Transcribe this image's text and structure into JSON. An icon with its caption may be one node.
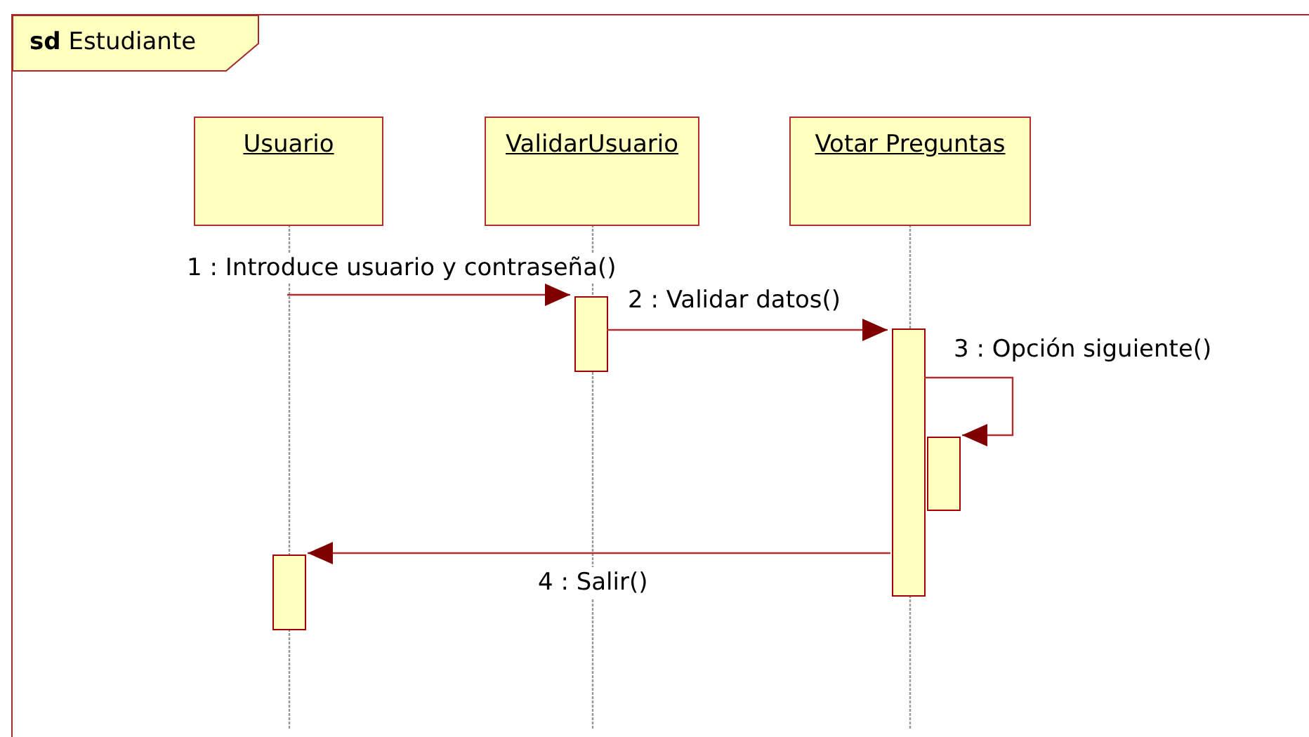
{
  "diagram": {
    "nodes": [
      {
        "text": [
          "**sd** Estudiante"
        ]
      },
      {
        "text": [
          "Usuario"
        ],
        "in": 0
      },
      {
        "text": [
          "ValidarUsuario"
        ],
        "in": 0
      },
      {
        "text": [
          "Votar Preguntas"
        ],
        "in": 0
      },
      {
        "text": [],
        "shape": "bar",
        "in": 0
      },
      {
        "text": [],
        "shape": "bar",
        "in": 0
      },
      {
        "text": [],
        "shape": "bar",
        "in": 0
      },
      {
        "text": [],
        "shape": "bar",
        "in": 0
      }
    ],
    "edges": [
      {
        "from": 1,
        "to": 4,
        "arrow": "to",
        "label": "1 : Introduce usuario y contraseña()"
      },
      {
        "from": 4,
        "to": 5,
        "arrow": "to",
        "label": "2 : Validar datos()"
      },
      {
        "from": 5,
        "to": 6,
        "arrow": "to",
        "label": "3 : Opción siguiente()"
      },
      {
        "from": 5,
        "to": 7,
        "arrow": "to",
        "label": "4 : Salir()"
      }
    ]
  }
}
